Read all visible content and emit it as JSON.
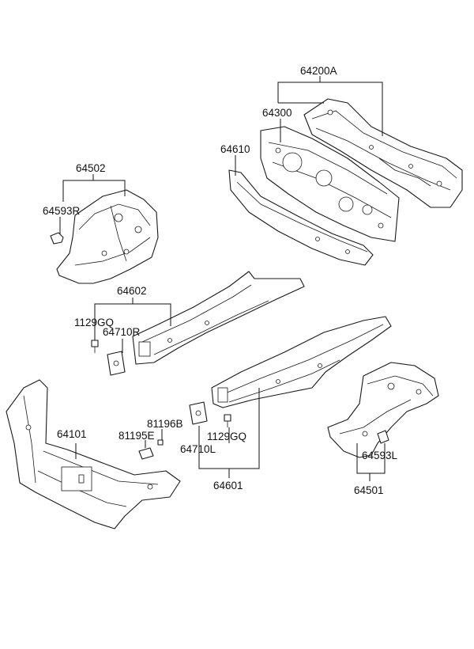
{
  "labels": {
    "p64200A": "64200A",
    "p64300": "64300",
    "p64610": "64610",
    "p64502": "64502",
    "p64593R": "64593R",
    "p64602": "64602",
    "p1129GQ_right": "1129GQ",
    "p64710R": "64710R",
    "p64101": "64101",
    "p81196B": "81196B",
    "p81195E": "81195E",
    "p1129GQ_left": "1129GQ",
    "p64710L": "64710L",
    "p64601": "64601",
    "p64593L": "64593L",
    "p64501": "64501"
  }
}
